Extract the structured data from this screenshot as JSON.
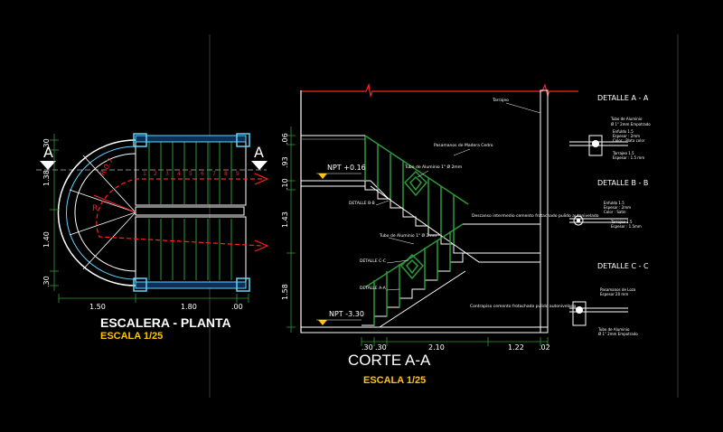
{
  "plan": {
    "section_mark": "A",
    "title": "ESCALERA - PLANTA",
    "scale": "ESCALA 1/25",
    "dims_bottom": [
      "1.50",
      "1.80",
      ".00"
    ],
    "dims_left": [
      ".30",
      "1.38",
      "1.40",
      ".30"
    ],
    "radius_label": "R 0.7",
    "center_mark": "R",
    "step_numbers": [
      "1",
      "2",
      "3",
      "4",
      "5",
      "6",
      "7",
      "8",
      "9"
    ]
  },
  "section": {
    "title": "CORTE A-A",
    "scale": "ESCALA 1/25",
    "levels": [
      "NPT +0.16",
      "NPT -3.30"
    ],
    "dims_left": [
      ".06",
      ".93",
      ".10",
      "1.43",
      "1.58"
    ],
    "dims_bottom": [
      ".30",
      ".30",
      "2.10",
      "1.22",
      ".02"
    ],
    "notes": {
      "top": "Tarrajeo",
      "nosing": "Pasamanos de Madera Cedro",
      "tube_upper": "Tubo de Aluminio 1\" Ø 2mm",
      "tube_lower": "Tubo de Aluminio 1\" Ø 2mm",
      "cement": "Descanso intermedio cemento frotachado pulido autonivelado",
      "details_b": "DETALLE B-B",
      "details_c": "DETALLE C-C",
      "details_a": "DETALLE A-A",
      "bottom": "Contrapiso cemento frotachado pulido autonivelado"
    }
  },
  "details": [
    {
      "title": "DETALLE A - A",
      "notes": [
        "Tubo de Aluminio",
        "Ø 1\" 2mm Empotrado",
        "Enfuldo 1.5",
        "Espesor : 2mm",
        "Color : Plata color",
        "Tarrajeo 1.5",
        "Espesor : 1.5 mm"
      ]
    },
    {
      "title": "DETALLE B - B",
      "notes": [
        "Enfuldo 1.5",
        "Espesor : 2mm",
        "Color : Satin",
        "Tarrajeo 1.5",
        "Espesor : 1.5mm"
      ]
    },
    {
      "title": "DETALLE C - C",
      "notes": [
        "Pasamanos de Loza",
        "Espesor 20 mm",
        "Tubo de Aluminio",
        "Ø 1\" 2mm Empotrado"
      ]
    }
  ],
  "colors": {
    "background": "#000000",
    "white": "#ffffff",
    "red": "#ff2020",
    "green": "#2e9a3a",
    "cyan": "#5fd6ff",
    "yellow": "#ffc400",
    "gray": "#8a8a8a",
    "magenta": "#d040ff"
  }
}
